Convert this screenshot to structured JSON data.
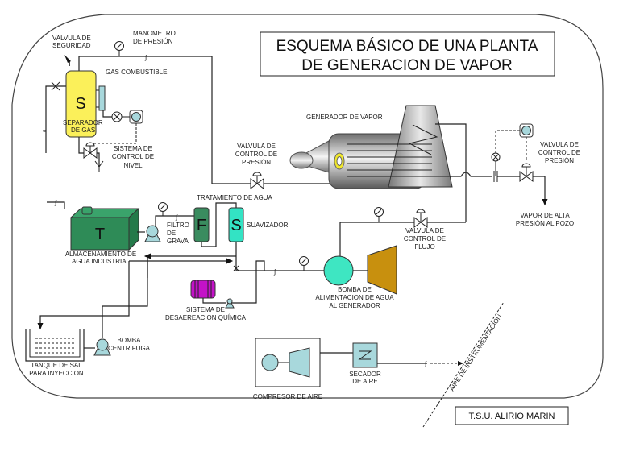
{
  "title": {
    "line1": "ESQUEMA BÁSICO DE UNA PLANTA",
    "line2": "DE GENERACION DE VAPOR"
  },
  "author": "T.S.U. ALIRIO MARIN",
  "colors": {
    "separator": "#fbf05a",
    "tank": "#2e8b57",
    "filter": "#3a8c5f",
    "softener": "#33e3c4",
    "pump_light": "#a8d8dc",
    "feed_pump": "#3ee6c2",
    "turbine": "#c8900e",
    "deaerator": "#c412c8",
    "boiler_gray": "#9a9a9a",
    "burner_ring": "#f1e82a"
  },
  "labels": {
    "safety_valve": [
      "VALVULA DE",
      "SEGURIDAD"
    ],
    "pressure_gauge": [
      "MANOMETRO",
      "DE PRESIÓN"
    ],
    "fuel_gas": "GAS COMBUSTIBLE",
    "separator_letter": "S",
    "separator": [
      "SEPARADOR",
      "DE GAS"
    ],
    "level_control": [
      "SISTEMA DE",
      "CONTROL DE",
      "NIVEL"
    ],
    "steam_generator": "GENERADOR DE VAPOR",
    "pressure_valve_left": [
      "VALVULA DE",
      "CONTROL DE",
      "PRESIÓN"
    ],
    "pressure_valve_right": [
      "VALVULA DE",
      "CONTROL DE",
      "PRESIÓN"
    ],
    "high_pressure_steam": [
      "VAPOR DE ALTA",
      "PRESIÓN AL POZO"
    ],
    "water_treatment": "TRATAMIENTO DE AGUA",
    "tank_letter": "T",
    "water_storage": [
      "ALMACENAMIENTO DE",
      "AGUA INDUSTRIAL"
    ],
    "gravel_filter": [
      "FILTRO",
      "DE",
      "GRAVA"
    ],
    "filter_letter": "F",
    "softener_letter": "S",
    "softener": "SUAVIZADOR",
    "flow_valve": [
      "VALVULA DE",
      "CONTROL DE",
      "FLUJO"
    ],
    "feed_pump": [
      "BOMBA DE",
      "ALIMENTACION DE AGUA",
      "AL GENERADOR"
    ],
    "deaeration": [
      "SISTEMA DE",
      "DESAEREACION  QUÍMICA"
    ],
    "salt_tank": [
      "TANQUE DE SAL",
      "PARA INYECCION"
    ],
    "centrifugal_pump": [
      "BOMBA",
      "CENTRIFUGA"
    ],
    "air_compressor": "COMPRESOR DE AIRE",
    "air_dryer": [
      "SECADOR",
      "DE AIRE"
    ],
    "instrument_air": "AIRE DE INSTRUMENTACION"
  }
}
